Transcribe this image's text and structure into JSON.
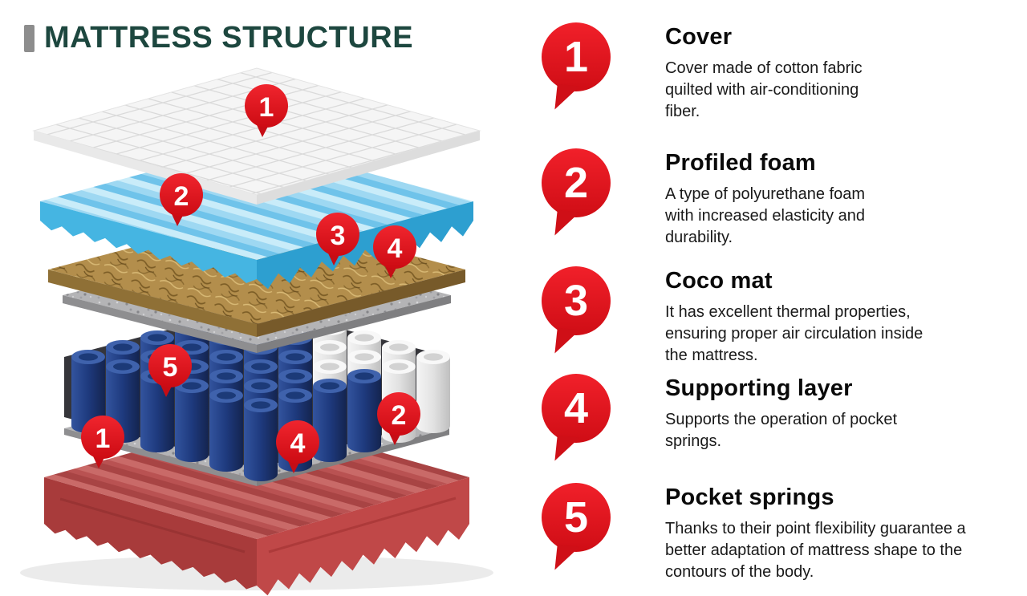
{
  "title": "MATTRESS STRUCTURE",
  "colors": {
    "badge_red": "#e11b22",
    "title_green": "#1d473f",
    "foam_blue": "#9ed8f2",
    "coco_brown": "#b38e4c",
    "felt_gray": "#b4b4b6",
    "spring_navy": "#1e3a7e",
    "base_red": "#b95252"
  },
  "legend": {
    "items": [
      {
        "number": "1",
        "heading": "Cover",
        "description": "Cover made of cotton fabric quilted with air-conditioning fiber."
      },
      {
        "number": "2",
        "heading": "Profiled foam",
        "description": "A type of polyurethane foam with increased elasticity and durability."
      },
      {
        "number": "3",
        "heading": "Coco mat",
        "description": "It has excellent thermal properties, ensuring proper air circulation inside the mattress."
      },
      {
        "number": "4",
        "heading": "Supporting layer",
        "description": "Supports the operation of pocket springs."
      },
      {
        "number": "5",
        "heading": "Pocket springs",
        "description": "Thanks to their point flexibility guarantee a better adaptation of mattress shape to the contours of the body."
      }
    ]
  },
  "diagram": {
    "badges": [
      {
        "label": "1"
      },
      {
        "label": "2"
      },
      {
        "label": "3"
      },
      {
        "label": "4"
      },
      {
        "label": "5"
      },
      {
        "label": "1"
      },
      {
        "label": "4"
      },
      {
        "label": "2"
      }
    ]
  }
}
